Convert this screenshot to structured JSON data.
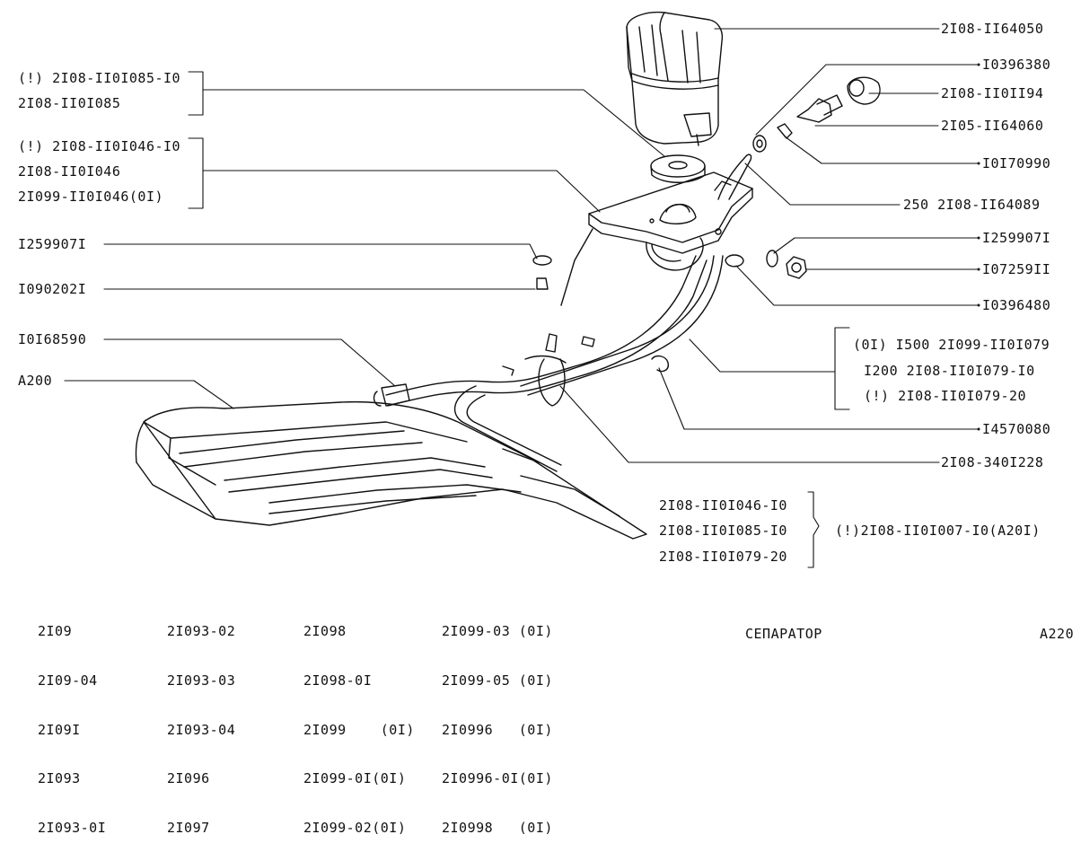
{
  "labels": {
    "r1": "2I08-II64050",
    "r2": "I0396380",
    "r3": "2I08-II0II94",
    "r4": "2I05-II64060",
    "r5": "I0I70990",
    "r6": "250 2I08-II64089",
    "r7": "I259907I",
    "r8": "I07259II",
    "r9": "I0396480",
    "r10a": "(0I) I500 2I099-II0I079",
    "r10b": "I200 2I08-II0I079-I0",
    "r10c": "(!) 2I08-II0I079-20",
    "r11": "I4570080",
    "r12": "2I08-340I228",
    "l1a": "(!) 2I08-II0I085-I0",
    "l1b": "2I08-II0I085",
    "l2a": "(!) 2I08-II0I046-I0",
    "l2b": "2I08-II0I046",
    "l2c": "2I099-II0I046(0I)",
    "l3": "I259907I",
    "l4": "I090202I",
    "l5": "I0I68590",
    "l6": "A200",
    "k1": "2I08-II0I046-I0",
    "k2": "2I08-II0I085-I0",
    "k3": "2I08-II0I079-20",
    "kit": "(!)2I08-II0I007-I0(A20I)"
  },
  "models": {
    "col1": [
      "2I09",
      "2I09-04",
      "2I09I",
      "2I093",
      "2I093-0I"
    ],
    "col2": [
      "2I093-02",
      "2I093-03",
      "2I093-04",
      "2I096",
      "2I097"
    ],
    "col3": [
      "2I098",
      "2I098-0I",
      "2I099    (0I)",
      "2I099-0I(0I)",
      "2I099-02(0I)"
    ],
    "col4": [
      "2I099-03 (0I)",
      "2I099-05 (0I)",
      "2I0996   (0I)",
      "2I0996-0I(0I)",
      "2I0998   (0I)"
    ]
  },
  "title": "СЕПАРАТОР",
  "page_code": "A220"
}
